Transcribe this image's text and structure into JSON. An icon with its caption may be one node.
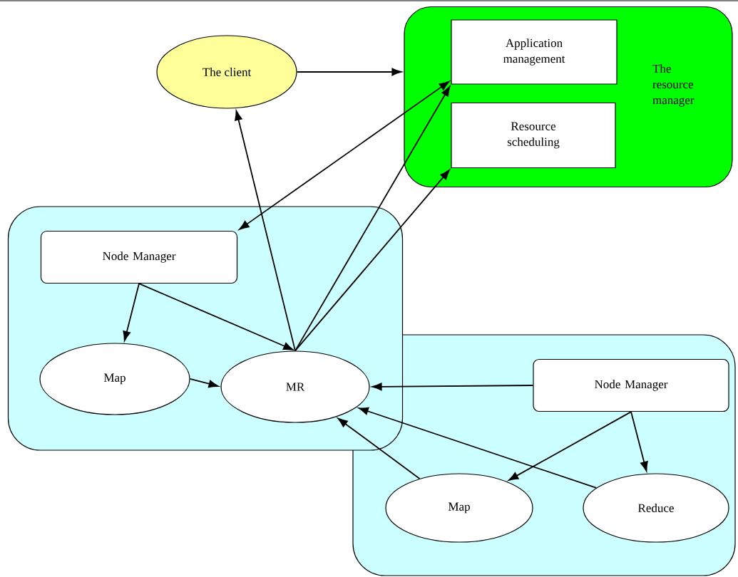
{
  "diagram": {
    "nodes": [
      {
        "text": [
          "The resource manager"
        ]
      },
      {
        "text": [
          "Application management"
        ],
        "in": 0
      },
      {
        "text": [
          "Resource scheduling"
        ],
        "in": 0
      },
      {
        "text": [
          "The client"
        ]
      },
      {
        "text": [],
        "shape": "box"
      },
      {
        "text": [
          "Node Manager"
        ],
        "in": 4
      },
      {
        "text": [
          "Map"
        ],
        "in": 4
      },
      {
        "text": [
          "MR"
        ],
        "in": 4
      },
      {
        "text": [],
        "shape": "box"
      },
      {
        "text": [
          "Node Manager"
        ],
        "in": 8
      },
      {
        "text": [
          "Map"
        ],
        "in": 8
      },
      {
        "text": [
          "Reduce"
        ],
        "in": 8
      }
    ],
    "edges": [
      {
        "from": 3,
        "to": 0,
        "arrow": "to"
      },
      {
        "from": 1,
        "to": 5,
        "arrow": "both"
      },
      {
        "from": 7,
        "to": 1,
        "arrow": "to"
      },
      {
        "from": 7,
        "to": 2,
        "arrow": "to"
      },
      {
        "from": 7,
        "to": 3,
        "arrow": "to"
      },
      {
        "from": 5,
        "to": 6,
        "arrow": "to"
      },
      {
        "from": 5,
        "to": 7,
        "arrow": "to"
      },
      {
        "from": 6,
        "to": 7,
        "arrow": "to"
      },
      {
        "from": 9,
        "to": 7,
        "arrow": "to"
      },
      {
        "from": 9,
        "to": 10,
        "arrow": "to"
      },
      {
        "from": 9,
        "to": 11,
        "arrow": "to"
      },
      {
        "from": 10,
        "to": 7,
        "arrow": "to"
      },
      {
        "from": 11,
        "to": 7,
        "arrow": "to"
      }
    ]
  }
}
